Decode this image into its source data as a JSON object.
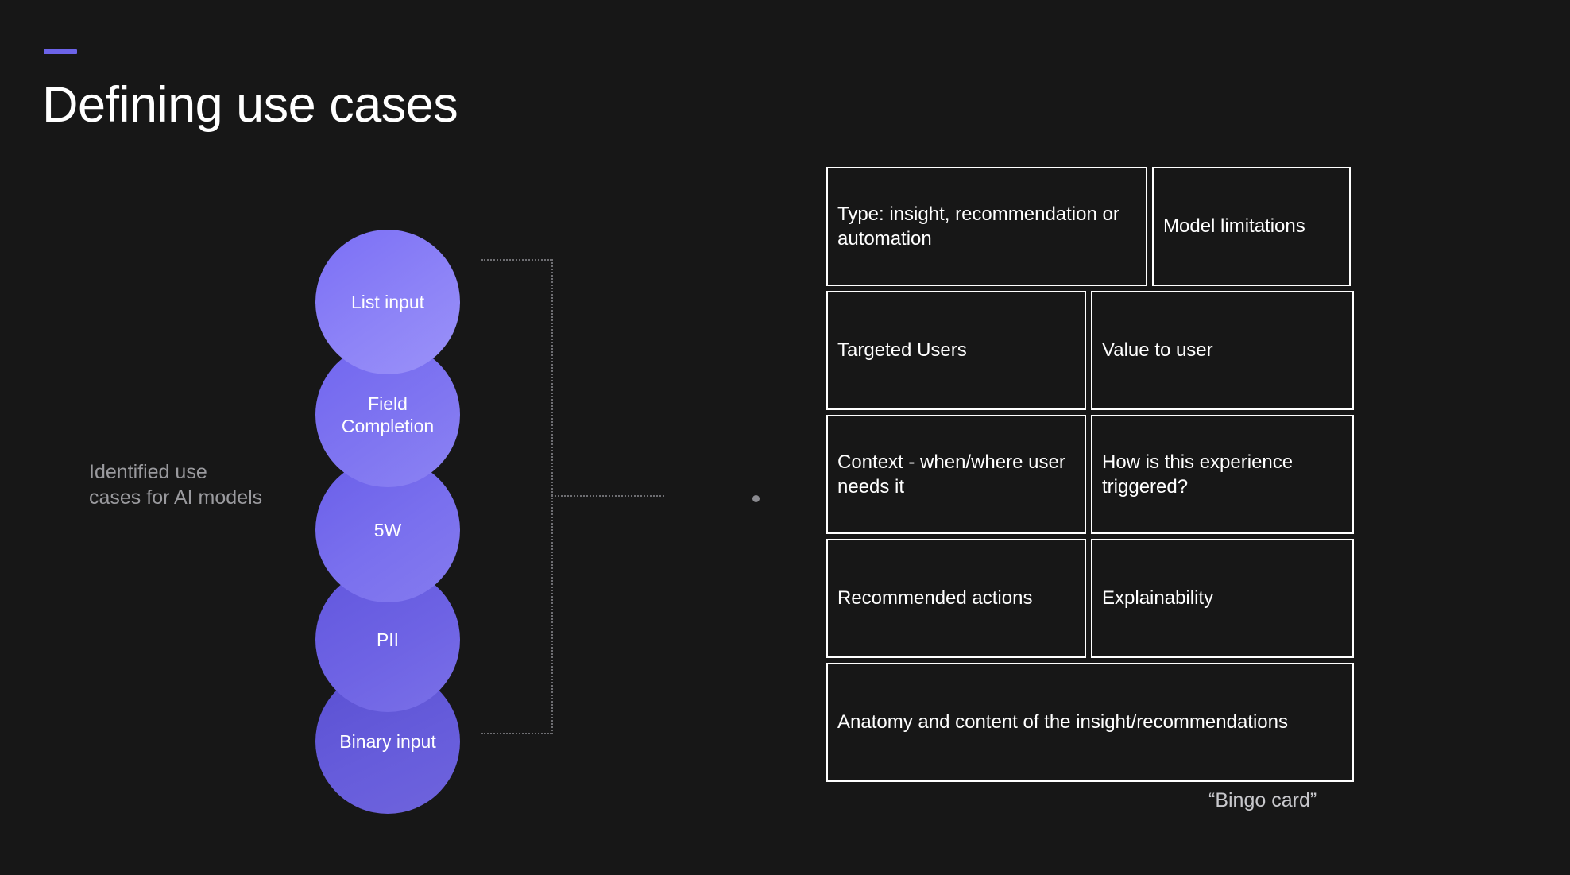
{
  "slide": {
    "title": "Defining use cases",
    "accent_color": "#6c63e8",
    "background_color": "#171717"
  },
  "left_caption": "Identified use cases for AI models",
  "bubbles": [
    {
      "label": "List input"
    },
    {
      "label": "Field Completion"
    },
    {
      "label": "5W"
    },
    {
      "label": "PII"
    },
    {
      "label": "Binary input"
    }
  ],
  "bingo": {
    "caption": "“Bingo card”",
    "rows": [
      {
        "cells": [
          {
            "label": "Type: insight, recommendation or automation"
          },
          {
            "label": "Model limitations"
          }
        ]
      },
      {
        "cells": [
          {
            "label": "Targeted Users"
          },
          {
            "label": "Value to user"
          }
        ]
      },
      {
        "cells": [
          {
            "label": "Context - when/where user needs it"
          },
          {
            "label": "How is this experience triggered?"
          }
        ]
      },
      {
        "cells": [
          {
            "label": "Recommended actions"
          },
          {
            "label": "Explainability"
          }
        ]
      },
      {
        "cells": [
          {
            "label": "Anatomy and content of the insight/recommendations"
          }
        ]
      }
    ]
  }
}
